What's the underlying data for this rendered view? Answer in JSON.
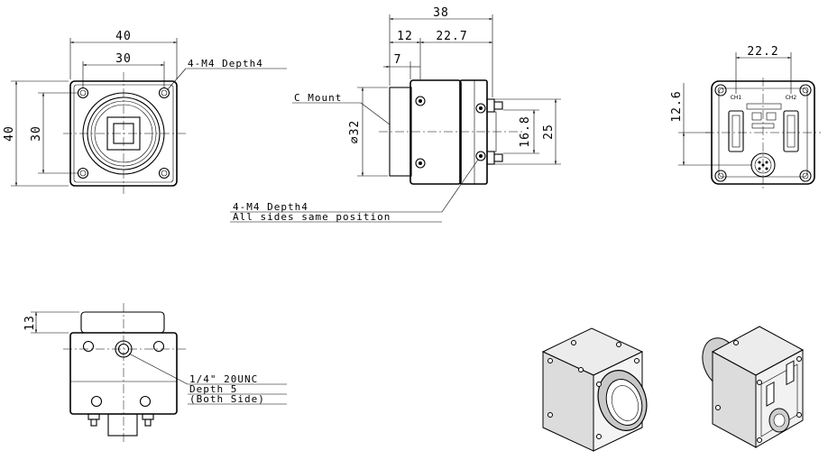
{
  "front_view": {
    "dim_width_outer": "40",
    "dim_width_inner": "30",
    "dim_height_outer": "40",
    "dim_height_inner": "30",
    "screw_note": "4-M4 Depth4"
  },
  "side_view": {
    "dim_length_total": "38",
    "dim_front_section": "12",
    "dim_body": "22.7",
    "dim_mount_depth": "7",
    "mount_label": "C Mount",
    "dim_mount_diameter": "⌀32",
    "dim_rear_height": "25",
    "dim_connector_height": "16.8",
    "screw_note_line1": "4-M4 Depth4",
    "screw_note_line2": "All sides same position"
  },
  "rear_view": {
    "dim_connector_spacing": "22.2",
    "dim_connector_offset": "12.6",
    "connector_left_label": "CH1",
    "connector_right_label": "CH2"
  },
  "bottom_view": {
    "dim_height": "13",
    "tripod_note_line1": "1/4\" 20UNC",
    "tripod_note_line2": "Depth 5",
    "tripod_note_line3": "(Both Side)"
  },
  "iso_views": {
    "front_iso": "",
    "rear_iso": ""
  }
}
